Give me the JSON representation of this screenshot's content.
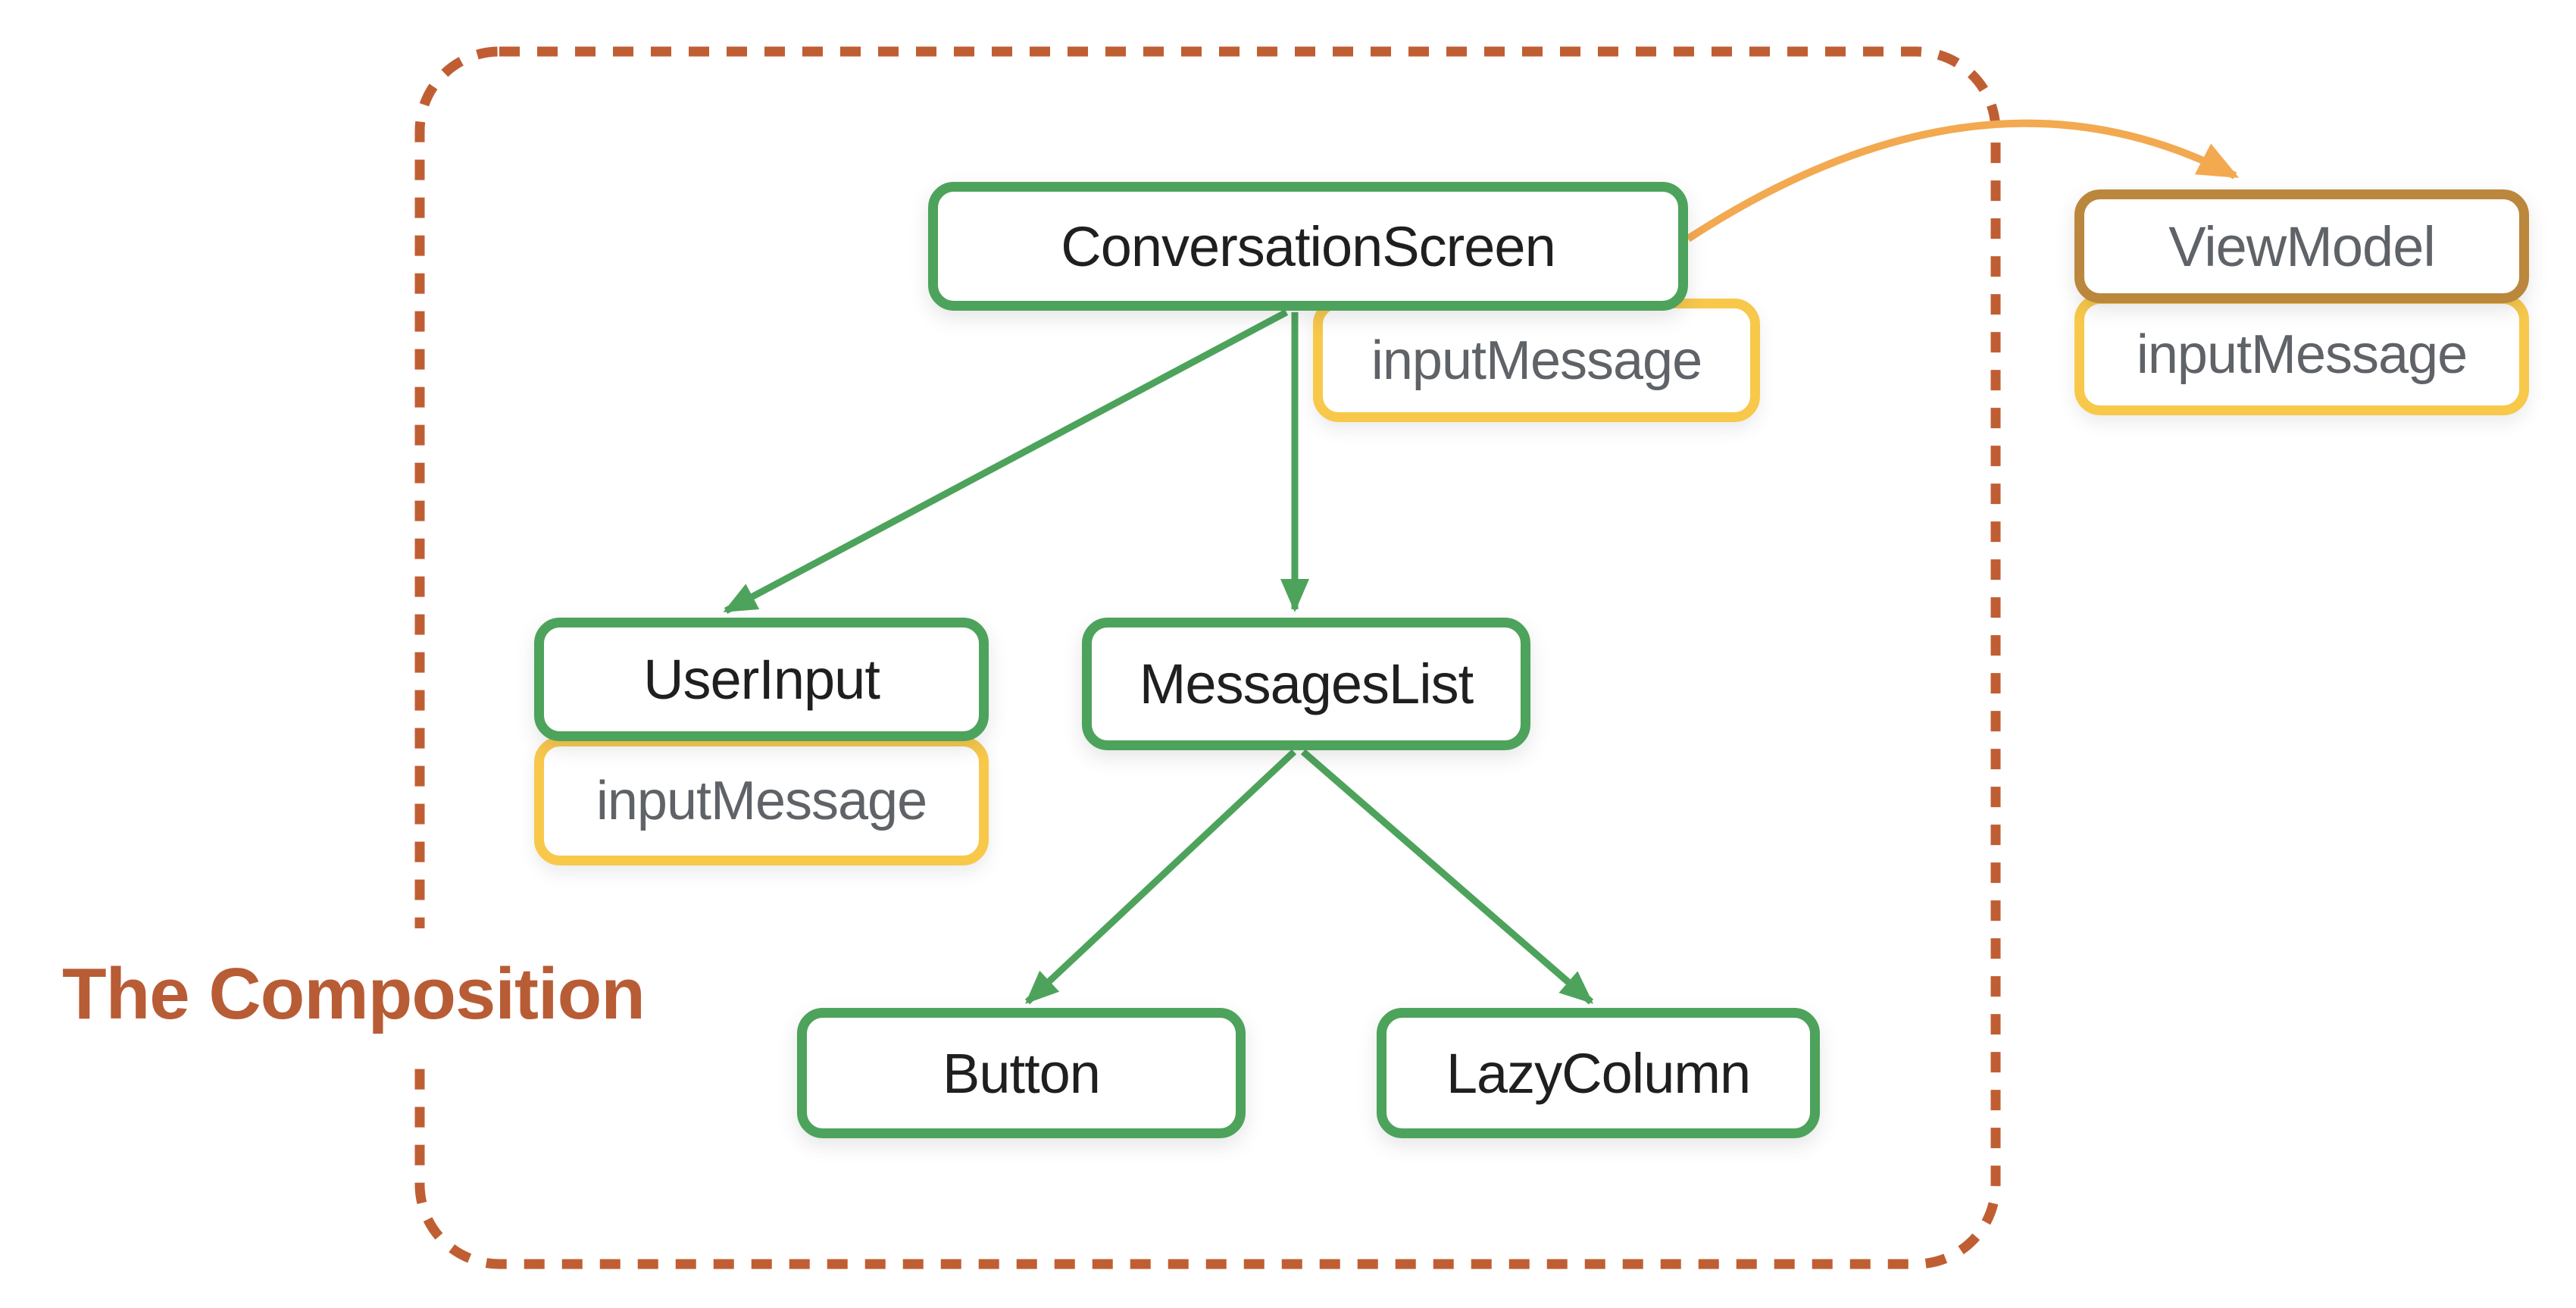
{
  "caption": "The Composition",
  "nodes": {
    "conversation_screen": {
      "label": "ConversationScreen",
      "kind": "composable"
    },
    "user_input": {
      "label": "UserInput",
      "kind": "composable"
    },
    "messages_list": {
      "label": "MessagesList",
      "kind": "composable"
    },
    "button": {
      "label": "Button",
      "kind": "composable"
    },
    "lazy_column": {
      "label": "LazyColumn",
      "kind": "composable"
    },
    "view_model": {
      "label": "ViewModel",
      "kind": "viewmodel"
    }
  },
  "state_chips": {
    "conversation_screen_state": {
      "label": "inputMessage"
    },
    "user_input_state": {
      "label": "inputMessage"
    },
    "view_model_state": {
      "label": "inputMessage"
    }
  },
  "edges": [
    {
      "from": "ConversationScreen",
      "to": "UserInput",
      "style": "green-arrow"
    },
    {
      "from": "ConversationScreen",
      "to": "MessagesList",
      "style": "green-arrow"
    },
    {
      "from": "MessagesList",
      "to": "Button",
      "style": "green-arrow"
    },
    {
      "from": "MessagesList",
      "to": "LazyColumn",
      "style": "green-arrow"
    },
    {
      "from": "ConversationScreen",
      "to": "ViewModel",
      "style": "orange-curved-arrow"
    }
  ],
  "colors": {
    "composable_green": "#4DA35B",
    "state_yellow": "#F8C84B",
    "viewmodel_bronze": "#BB873D",
    "arrow_orange": "#F2A950",
    "boundary_rust": "#C05E33",
    "caption_rust": "#B85C35",
    "label_dark": "#1F1F1F",
    "label_gray": "#5F6368"
  }
}
